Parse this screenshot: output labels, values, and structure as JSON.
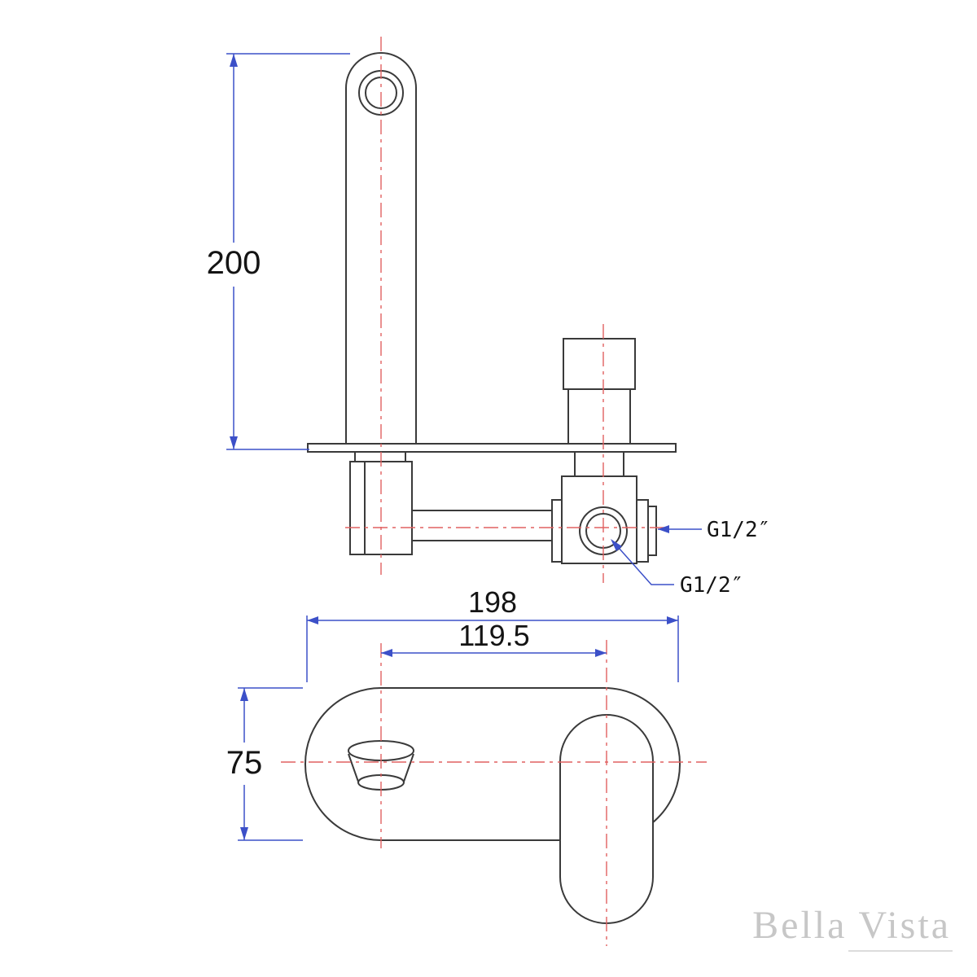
{
  "diagram": {
    "type": "technical-drawing-faucet-wall-mixer",
    "dimensions": {
      "spout_height": "200",
      "plate_width": "198",
      "spout_to_handle_center": "119.5",
      "plate_height": "75"
    },
    "connections": {
      "thread_side": "G1/2″",
      "thread_bottom": "G1/2″"
    },
    "brand": "Bella Vista",
    "colors": {
      "outline": "#3a3a3a",
      "dimension": "#3c50c8",
      "centerline": "#e06060",
      "text": "#141414",
      "brand": "#c7c7c7"
    }
  }
}
